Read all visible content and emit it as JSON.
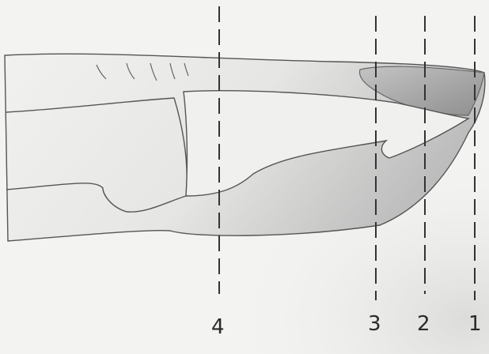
{
  "figure": {
    "colors": {
      "paper": "#f3f3f1",
      "outline": "#555555",
      "skin_shade": "#bdbdbd",
      "nail": "#a9a9a9",
      "cut_line": "#333333"
    },
    "cut_lines": [
      {
        "id": "4",
        "label": "4"
      },
      {
        "id": "3",
        "label": "3"
      },
      {
        "id": "2",
        "label": "2"
      },
      {
        "id": "1",
        "label": "1"
      }
    ]
  }
}
